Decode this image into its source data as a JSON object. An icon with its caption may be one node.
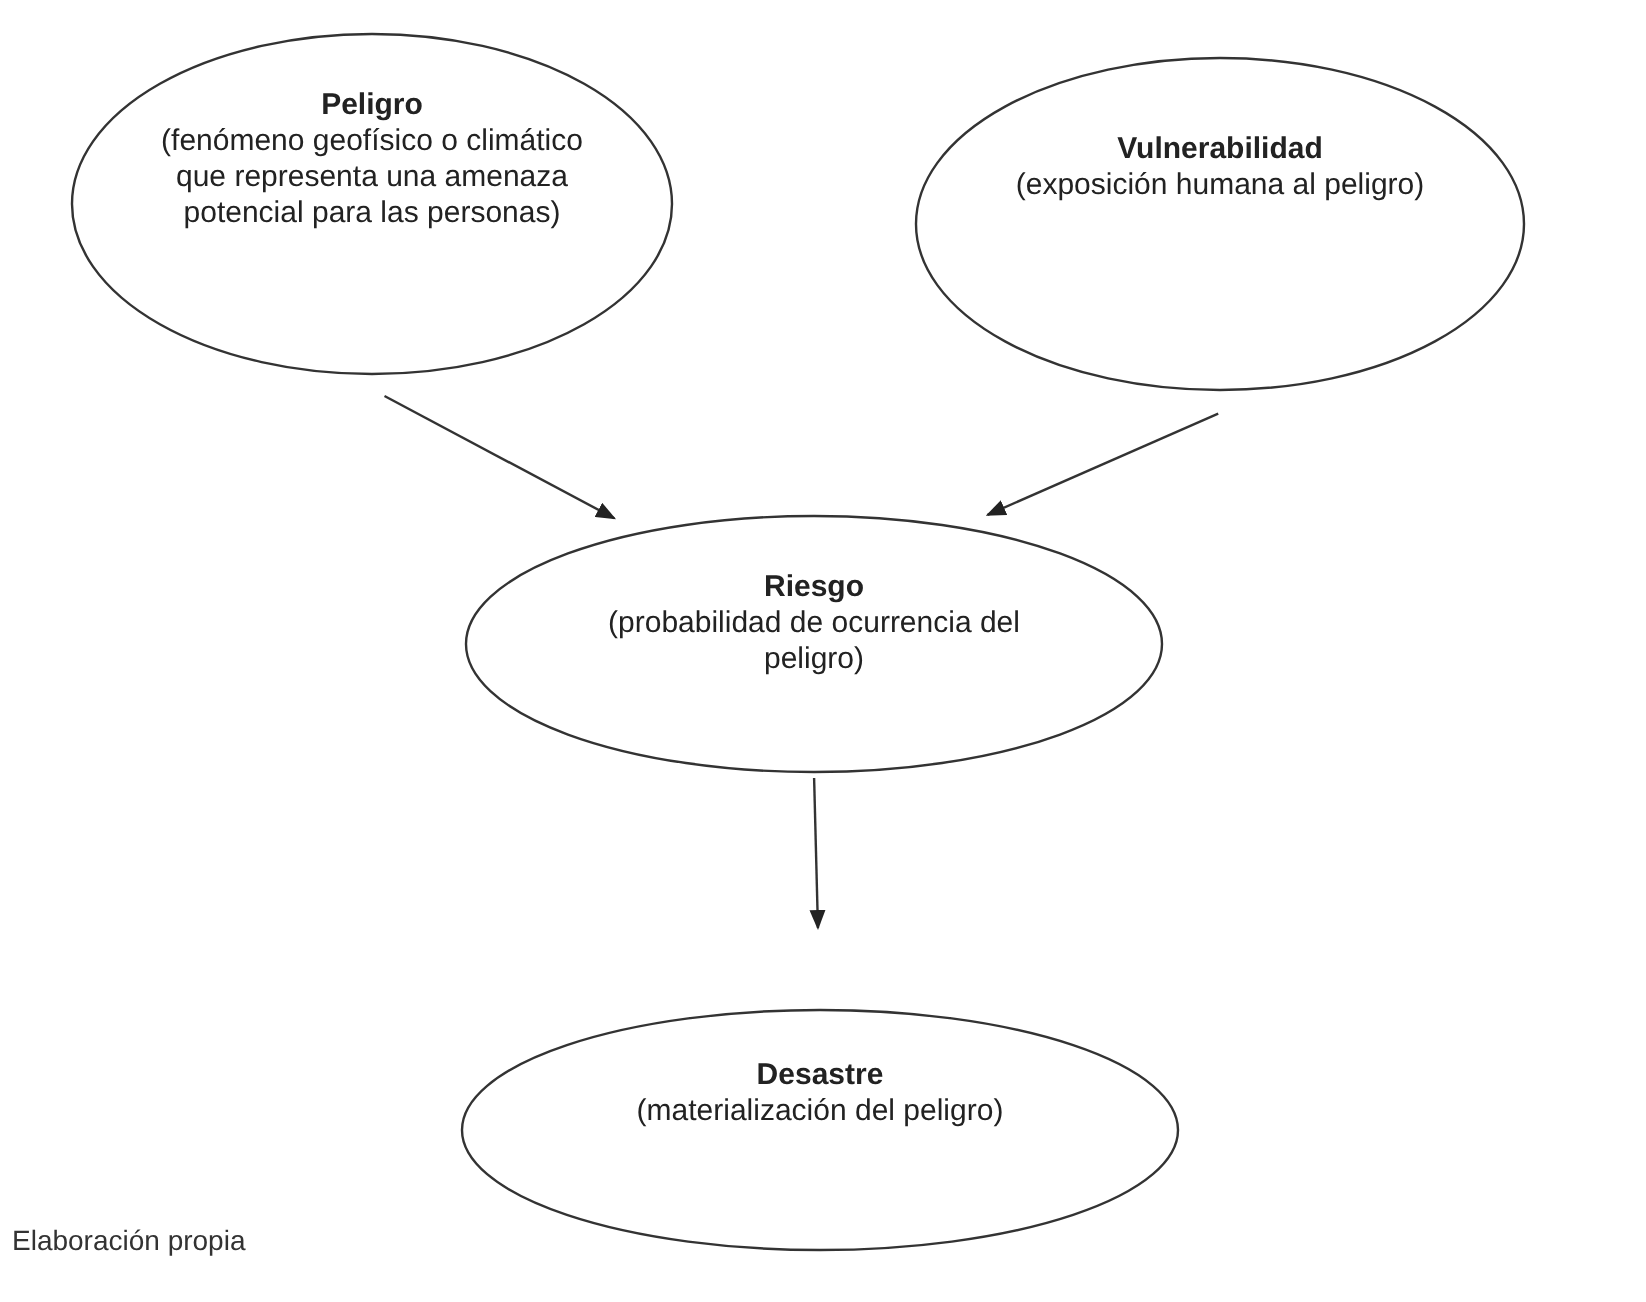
{
  "diagram": {
    "nodes": [
      {
        "text": [
          "Peligro",
          "(fenómeno geofísico o climático que representa una amenaza potencial para las personas)"
        ]
      },
      {
        "text": [
          "Vulnerabilidad",
          "(exposición humana al peligro)"
        ]
      },
      {
        "text": [
          "Riesgo",
          "(probabilidad de ocurrencia del peligro)"
        ]
      },
      {
        "text": [
          "Desastre",
          "(materialización del peligro)"
        ]
      }
    ],
    "edges": [
      {
        "from": 0,
        "to": 2,
        "arrow": "to"
      },
      {
        "from": 1,
        "to": 2,
        "arrow": "to"
      },
      {
        "from": 2,
        "to": 3,
        "arrow": "to"
      }
    ],
    "labels": [
      "Elaboración propia"
    ]
  }
}
